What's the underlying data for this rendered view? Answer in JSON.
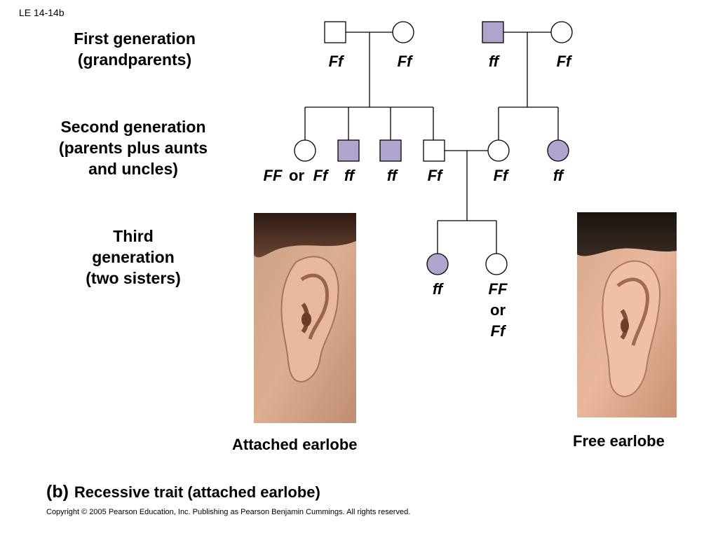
{
  "figure_label": "LE 14-14b",
  "generations": {
    "first": [
      "First generation",
      "(grandparents)"
    ],
    "second": [
      "Second generation",
      "(parents plus aunts",
      "and uncles)"
    ],
    "third": [
      "Third",
      "generation",
      "(two sisters)"
    ]
  },
  "genotypes": {
    "g1_1": "Ff",
    "g1_2": "Ff",
    "g1_3": "ff",
    "g1_4": "Ff",
    "g2_1a": "FF",
    "g2_1or": "or",
    "g2_1b": "Ff",
    "g2_2": "ff",
    "g2_3": "ff",
    "g2_4": "Ff",
    "g2_5": "Ff",
    "g2_6": "ff",
    "g3_1": "ff",
    "g3_2a": "FF",
    "g3_2or": "or",
    "g3_2b": "Ff"
  },
  "ears": {
    "attached": "Attached earlobe",
    "free": "Free earlobe"
  },
  "caption": {
    "tag": "(b)",
    "text": "Recessive trait (attached earlobe)"
  },
  "copyright": "Copyright © 2005 Pearson Education, Inc. Publishing as Pearson Benjamin Cummings. All rights reserved.",
  "colors": {
    "affected": "#b0a4cc",
    "line": "#000000",
    "skin": "#d9a07f"
  }
}
